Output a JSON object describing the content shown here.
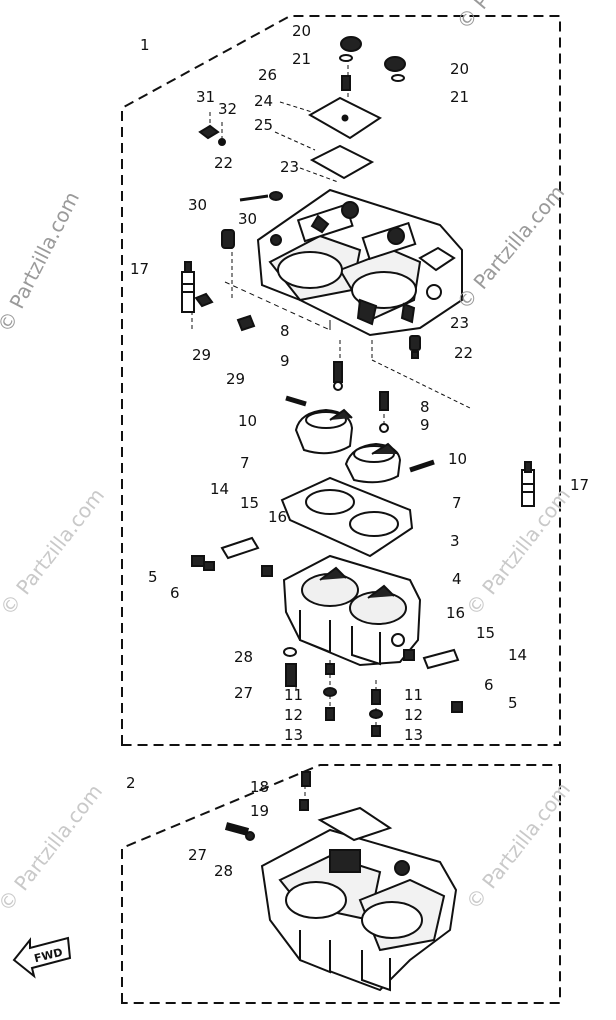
{
  "watermark": "© Partzilla.com",
  "direction_label": "FWD",
  "labels": {
    "assembly_1": "1",
    "assembly_2": "2",
    "p20a": "20",
    "p21a": "21",
    "p26": "26",
    "p20b": "20",
    "p21b": "21",
    "p31": "31",
    "p32": "32",
    "p24": "24",
    "p25": "25",
    "p22a": "22",
    "p23a": "23",
    "p30a": "30",
    "p30b": "30",
    "p17a": "17",
    "p23b": "23",
    "p22b": "22",
    "p8a": "8",
    "p29a": "29",
    "p9a": "9",
    "p29b": "29",
    "p8b": "8",
    "p10a": "10",
    "p9b": "9",
    "p10b": "10",
    "p7a": "7",
    "p14a": "14",
    "p15a": "15",
    "p16a": "16",
    "p7b": "7",
    "p17b": "17",
    "p3": "3",
    "p5a": "5",
    "p6a": "6",
    "p4": "4",
    "p16b": "16",
    "p15b": "15",
    "p14b": "14",
    "p28a": "28",
    "p27a": "27",
    "p11a": "11",
    "p12a": "12",
    "p13a": "13",
    "p11b": "11",
    "p12b": "12",
    "p13b": "13",
    "p6b": "6",
    "p5b": "5",
    "p18": "18",
    "p19": "19",
    "p27b": "27",
    "p28b": "28"
  },
  "colors": {
    "ink": "#111111",
    "paper": "#ffffff",
    "watermark": "#c9c9c9"
  }
}
